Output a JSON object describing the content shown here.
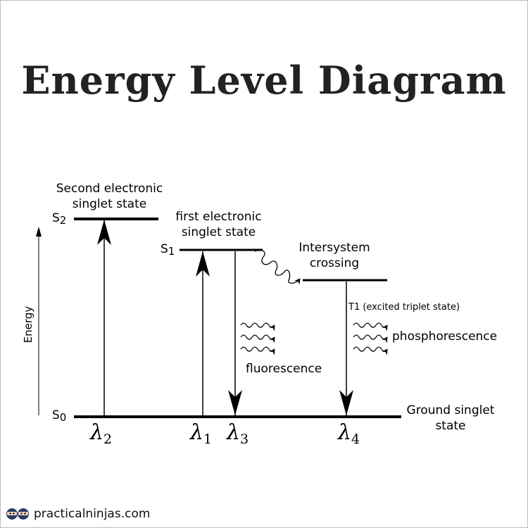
{
  "title": "Energy Level Diagram",
  "axis_label": "Energy",
  "states": {
    "s2": {
      "symbol": "S",
      "sub": "2",
      "description": [
        "Second electronic",
        "singlet state"
      ]
    },
    "s1": {
      "symbol": "S",
      "sub": "1",
      "description": [
        "first electronic",
        "singlet state"
      ]
    },
    "t1": {
      "description": "T1 (excited triplet state)"
    },
    "s0": {
      "symbol": "S",
      "sub": "0",
      "description": [
        "Ground singlet",
        "state"
      ]
    }
  },
  "processes": {
    "intersystem": [
      "Intersystem",
      "crossing"
    ],
    "fluorescence": "fluorescence",
    "phosphorescence": "phosphorescence"
  },
  "wavelengths": [
    {
      "symbol": "λ",
      "sub": "2"
    },
    {
      "symbol": "λ",
      "sub": "1"
    },
    {
      "symbol": "λ",
      "sub": "3"
    },
    {
      "symbol": "λ",
      "sub": "4"
    }
  ],
  "footer": {
    "site": "practicalninjas.com",
    "logo_icon": "ninja-logo-icon"
  }
}
